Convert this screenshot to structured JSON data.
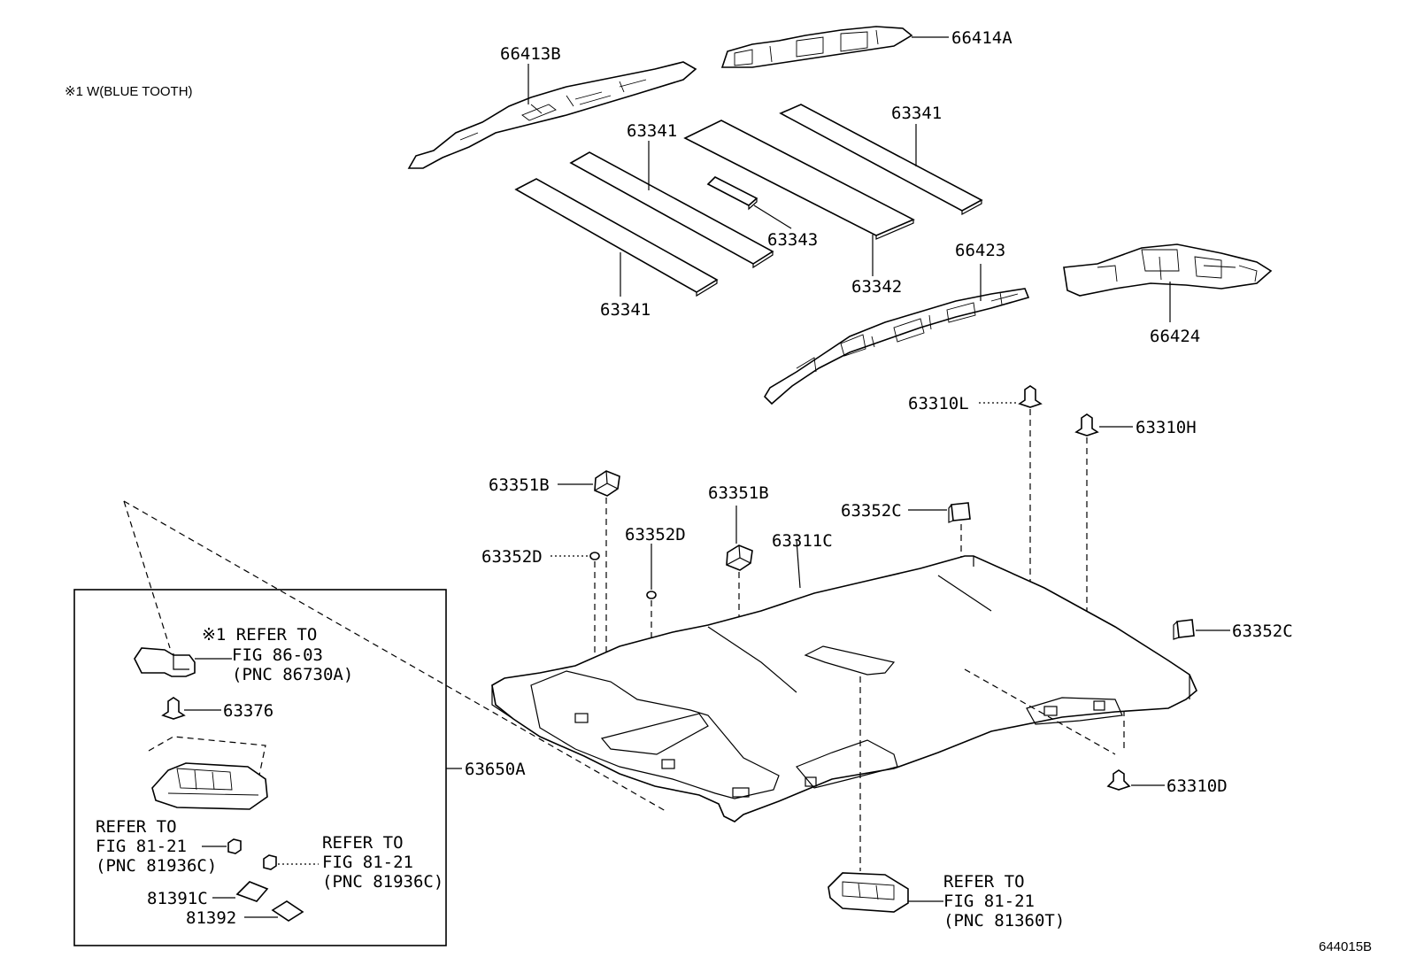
{
  "note": "※1 W(BLUE TOOTH)",
  "illustration_id": "644015B",
  "labels": {
    "p66413B": "66413B",
    "p66414A": "66414A",
    "p63341_a": "63341",
    "p63341_b": "63341",
    "p63341_c": "63341",
    "p63343": "63343",
    "p63342": "63342",
    "p66423": "66423",
    "p66424": "66424",
    "p63310L": "63310L",
    "p63310H": "63310H",
    "p63351B_a": "63351B",
    "p63351B_b": "63351B",
    "p63352C_a": "63352C",
    "p63352C_b": "63352C",
    "p63352D_a": "63352D",
    "p63352D_b": "63352D",
    "p63311C": "63311C",
    "p63650A": "63650A",
    "p63376": "63376",
    "p81391C": "81391C",
    "p81392": "81392",
    "p63310D": "63310D"
  },
  "refs": {
    "bt": {
      "line1": "※1 REFER TO",
      "line2": "FIG 86-03",
      "line3": "(PNC 86730A)"
    },
    "left": {
      "line1": "REFER TO",
      "line2": "FIG 81-21",
      "line3": "(PNC 81936C)"
    },
    "right": {
      "line1": "REFER TO",
      "line2": "FIG 81-21",
      "line3": "(PNC 81936C)"
    },
    "lamp": {
      "line1": "REFER TO",
      "line2": "FIG 81-21",
      "line3": "(PNC 81360T)"
    }
  }
}
